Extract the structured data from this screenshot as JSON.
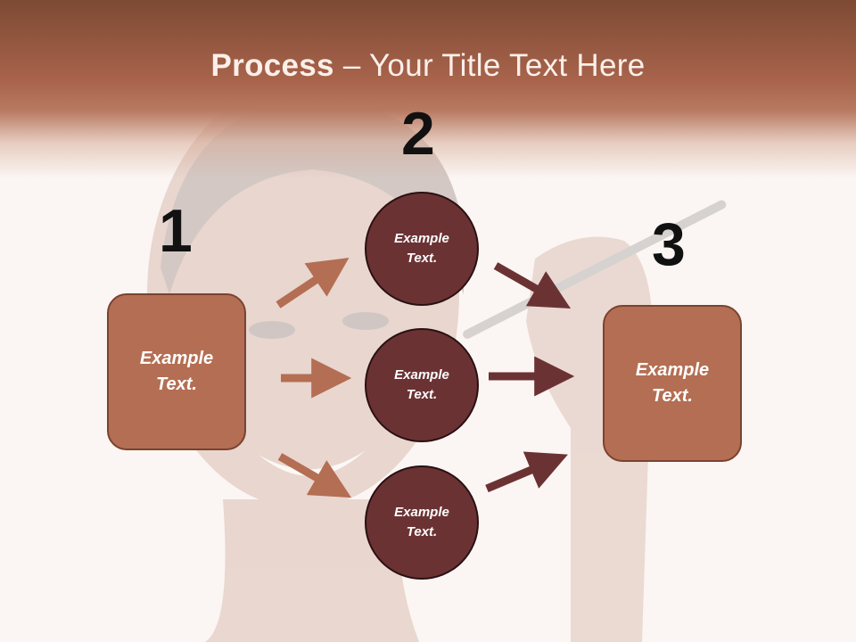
{
  "title": {
    "strong": "Process",
    "rest": " – Your Title Text Here"
  },
  "steps": {
    "one": "1",
    "two": "2",
    "three": "3"
  },
  "left_box": {
    "label": "Example\nText."
  },
  "right_box": {
    "label": "Example\nText."
  },
  "circles": [
    {
      "label": "Example\nText."
    },
    {
      "label": "Example\nText."
    },
    {
      "label": "Example\nText."
    }
  ],
  "colors": {
    "header": "#a8634b",
    "box": "#b46e53",
    "circle": "#6b3234",
    "arrow_in": "#b46e53",
    "arrow_out": "#6b3234"
  }
}
